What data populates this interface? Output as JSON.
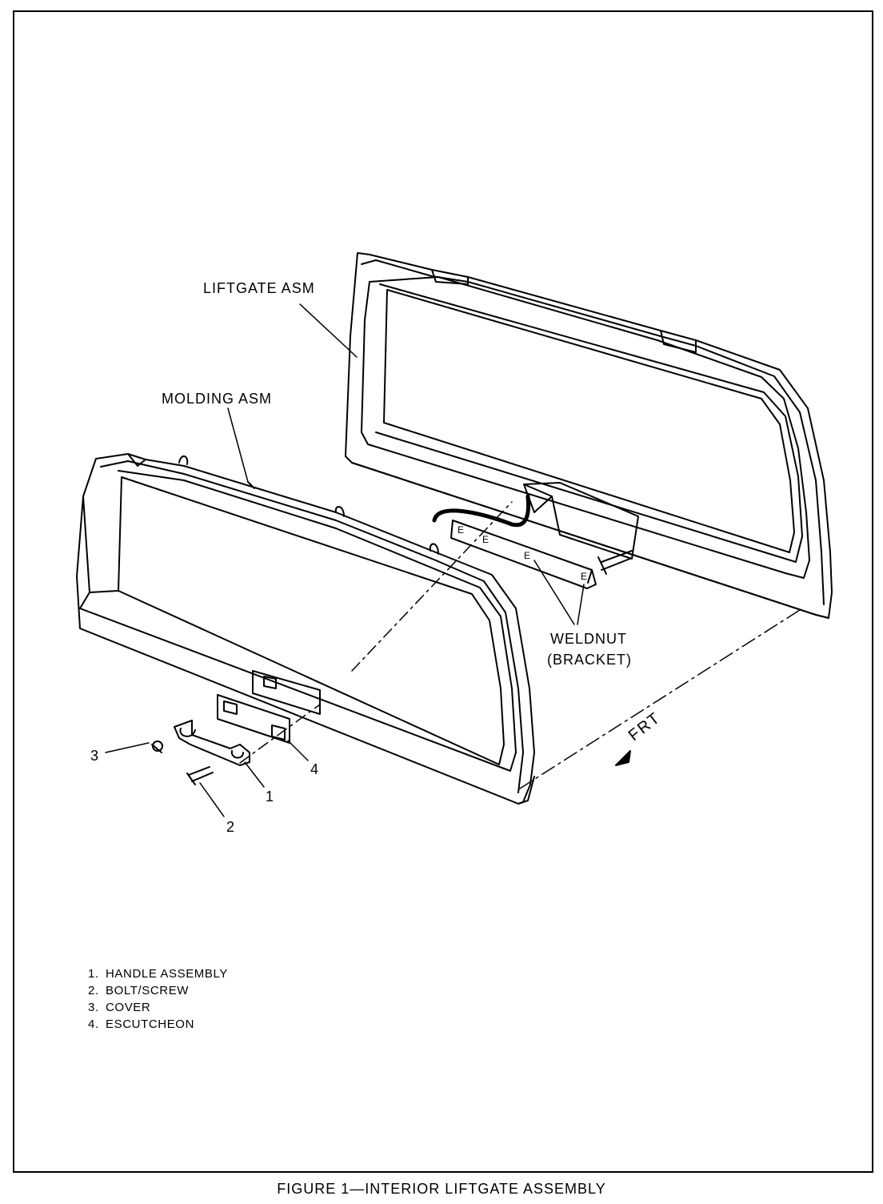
{
  "labels": {
    "liftgate": "LIFTGATE ASM",
    "molding": "MOLDING ASM",
    "weldnut_line1": "WELDNUT",
    "weldnut_line2": "(BRACKET)",
    "frt": "FRT"
  },
  "callouts": {
    "c1": "1",
    "c2": "2",
    "c3": "3",
    "c4": "4"
  },
  "legend": [
    {
      "num": "1.",
      "text": "HANDLE ASSEMBLY"
    },
    {
      "num": "2.",
      "text": "BOLT/SCREW"
    },
    {
      "num": "3.",
      "text": "COVER"
    },
    {
      "num": "4.",
      "text": "ESCUTCHEON"
    }
  ],
  "caption": "FIGURE 1—INTERIOR LIFTGATE ASSEMBLY"
}
